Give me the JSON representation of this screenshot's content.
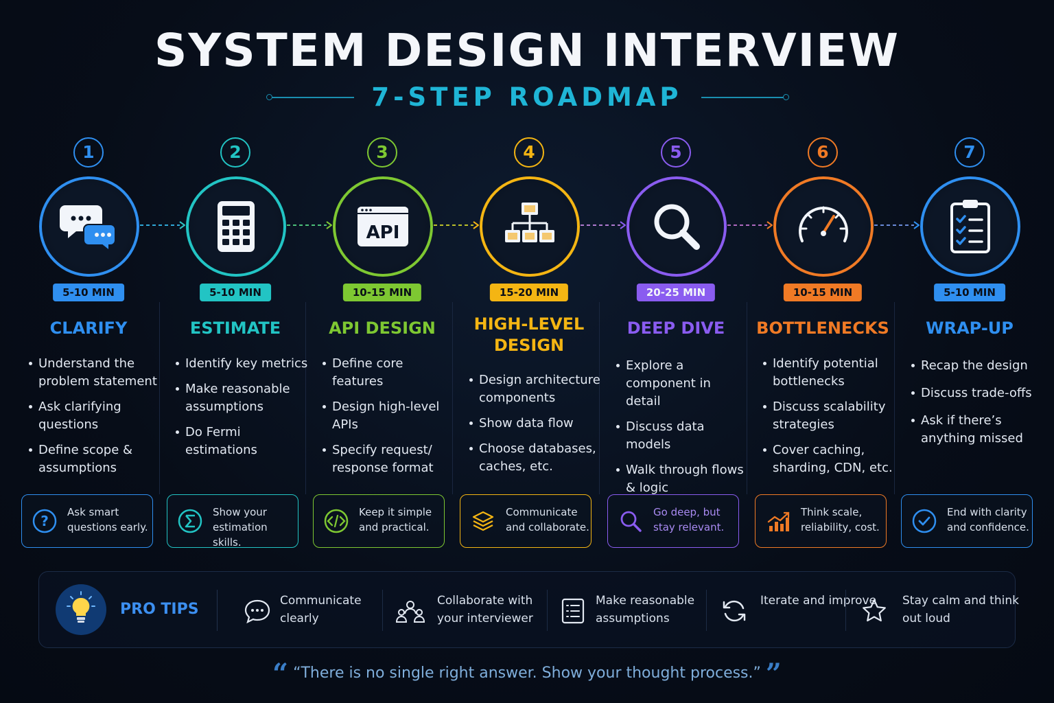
{
  "title": "SYSTEM DESIGN INTERVIEW",
  "subtitle": "7-STEP ROADMAP",
  "colors": {
    "step1": "#2f8ff0",
    "step2": "#22c4c4",
    "step3": "#7ec832",
    "step4": "#f4b513",
    "step5": "#8a5cf0",
    "step6": "#f07a25",
    "step7": "#2f8ff0"
  },
  "steps": [
    {
      "number": "1",
      "icon": "chat-bubbles-icon",
      "duration": "5-10 MIN",
      "title": "CLARIFY",
      "bullets": [
        "Understand the problem statement",
        "Ask clarifying questions",
        "Define scope & assumptions"
      ],
      "tip_icon": "question-icon",
      "tip": "Ask smart questions early."
    },
    {
      "number": "2",
      "icon": "calculator-icon",
      "duration": "5-10 MIN",
      "title": "ESTIMATE",
      "bullets": [
        "Identify key metrics",
        "Make reasonable assumptions",
        "Do Fermi estimations"
      ],
      "tip_icon": "sigma-icon",
      "tip": "Show your estimation skills."
    },
    {
      "number": "3",
      "icon": "api-window-icon",
      "duration": "10-15 MIN",
      "title": "API DESIGN",
      "bullets": [
        "Define core features",
        "Design high-level APIs",
        "Specify request/ response format"
      ],
      "tip_icon": "code-icon",
      "tip": "Keep it simple and practical."
    },
    {
      "number": "4",
      "icon": "hierarchy-icon",
      "duration": "15-20 MIN",
      "title": "HIGH-LEVEL DESIGN",
      "bullets": [
        "Design architecture components",
        "Show data flow",
        "Choose databases, caches, etc."
      ],
      "tip_icon": "layers-icon",
      "tip": "Communicate and collaborate."
    },
    {
      "number": "5",
      "icon": "magnifier-icon",
      "duration": "20-25 MIN",
      "title": "DEEP DIVE",
      "bullets": [
        "Explore a component in detail",
        "Discuss data models",
        "Walk through flows & logic"
      ],
      "tip_icon": "magnifier-icon",
      "tip": "Go deep, but stay relevant."
    },
    {
      "number": "6",
      "icon": "gauge-icon",
      "duration": "10-15 MIN",
      "title": "BOTTLENECKS",
      "bullets": [
        "Identify potential bottlenecks",
        "Discuss scalability strategies",
        "Cover caching, sharding, CDN, etc."
      ],
      "tip_icon": "growth-chart-icon",
      "tip": "Think scale, reliability, cost."
    },
    {
      "number": "7",
      "icon": "checklist-icon",
      "duration": "5-10 MIN",
      "title": "WRAP-UP",
      "bullets": [
        "Recap the design",
        "Discuss trade-offs",
        "Ask if there’s anything missed"
      ],
      "tip_icon": "check-circle-icon",
      "tip": "End with clarity and confidence."
    }
  ],
  "pro_tips": {
    "label": "PRO TIPS",
    "icon": "lightbulb-icon",
    "items": [
      {
        "icon": "chat-icon",
        "text": "Communicate clearly"
      },
      {
        "icon": "people-icon",
        "text": "Collaborate with your interviewer"
      },
      {
        "icon": "document-icon",
        "text": "Make reasonable assumptions"
      },
      {
        "icon": "refresh-icon",
        "text": "Iterate and improve"
      },
      {
        "icon": "star-icon",
        "text": "Stay calm and think out loud"
      }
    ]
  },
  "quote": "“There is no single right answer. Show your thought process.”"
}
